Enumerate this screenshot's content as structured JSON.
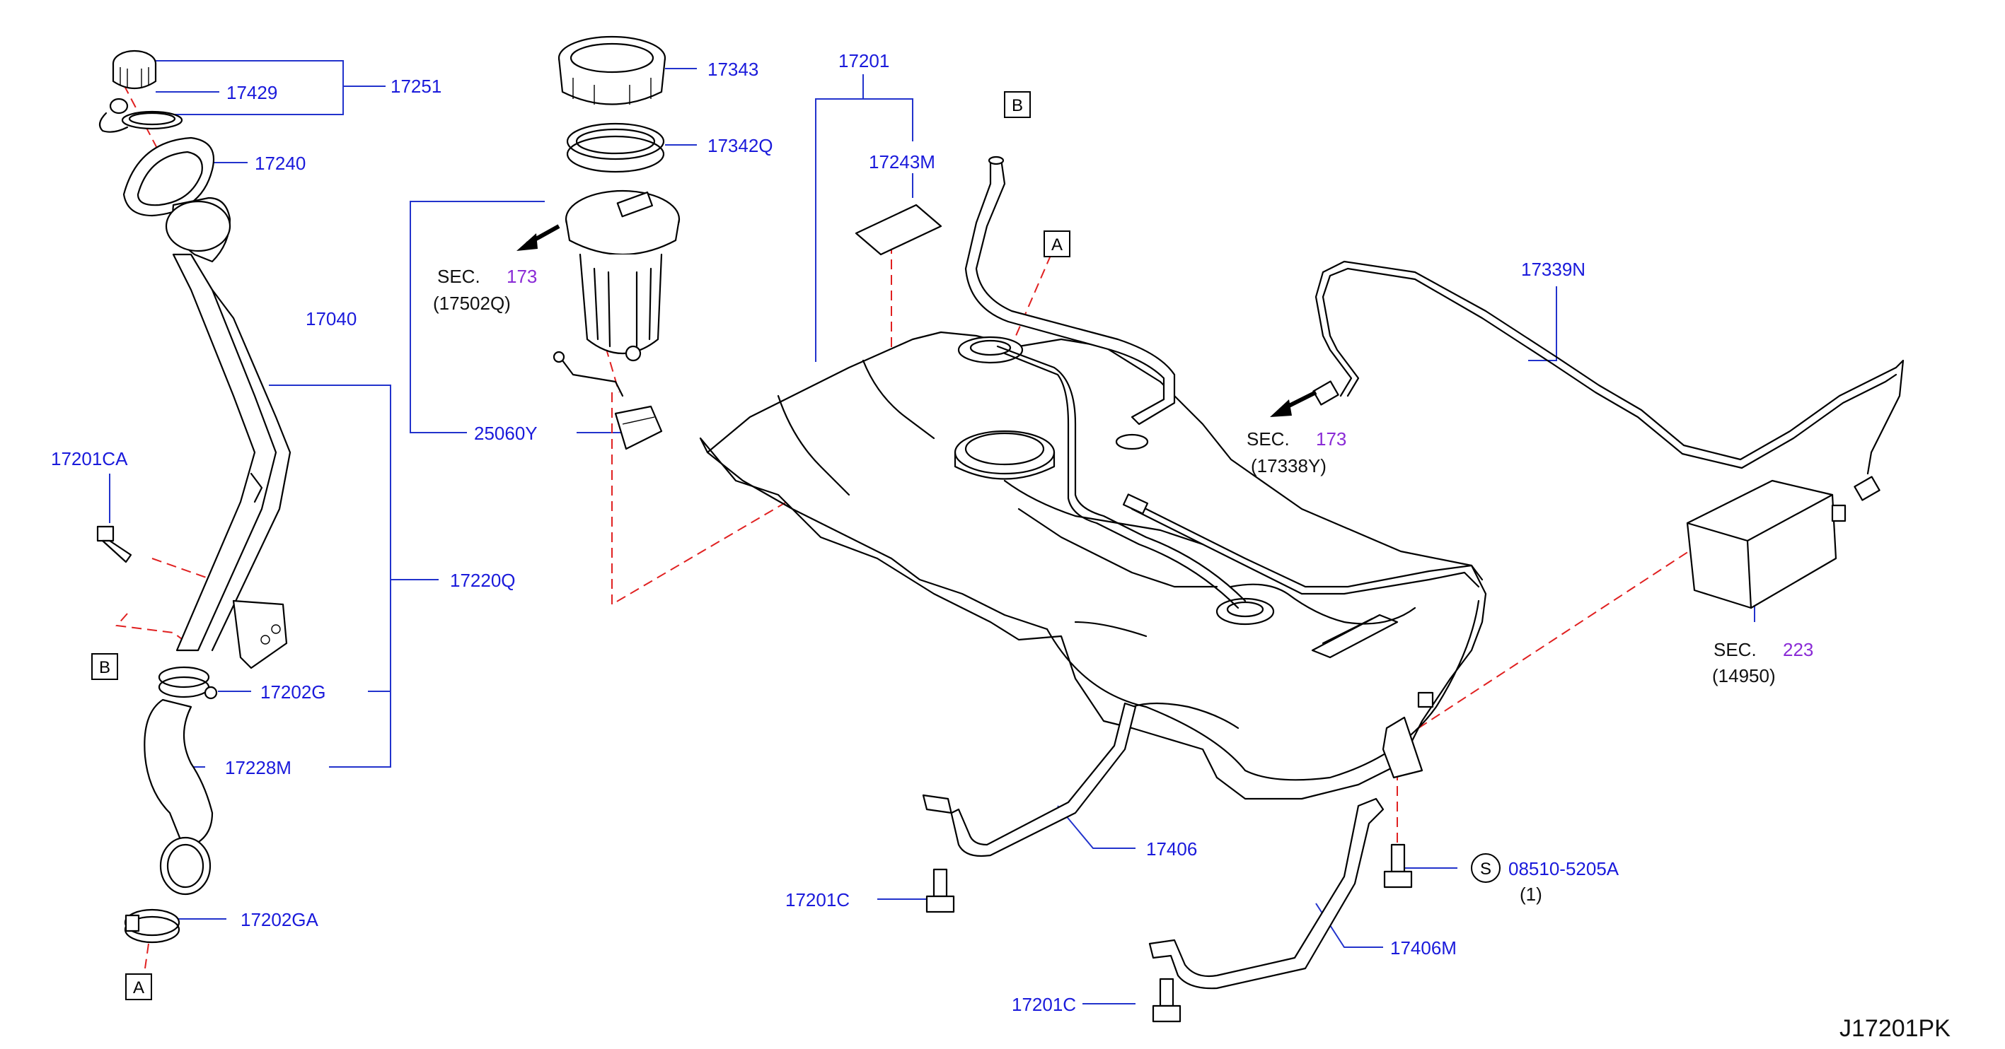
{
  "diagram_code": "J17201PK",
  "parts": {
    "p17251": "17251",
    "p17429": "17429",
    "p17240": "17240",
    "p17040": "17040",
    "p17201CA": "17201CA",
    "p17220Q": "17220Q",
    "p17202G": "17202G",
    "p17228M": "17228M",
    "p17202GA": "17202GA",
    "p17343": "17343",
    "p17342Q": "17342Q",
    "p25060Y": "25060Y",
    "p17201": "17201",
    "p17243M": "17243M",
    "p17339N": "17339N",
    "p17406": "17406",
    "p17406M": "17406M",
    "p17201C_a": "17201C",
    "p17201C_b": "17201C",
    "p08510": "08510-5205A",
    "p08510_qty": "(1)",
    "s_symbol": "S"
  },
  "sections": {
    "fuel_pump": {
      "prefix": "SEC.",
      "number": "173",
      "ref": "(17502Q)"
    },
    "evap_line": {
      "prefix": "SEC.",
      "number": "173",
      "ref": "(17338Y)"
    },
    "canister": {
      "prefix": "SEC.",
      "number": "223",
      "ref": "(14950)"
    }
  },
  "refs": {
    "a_top": "A",
    "a_bottom": "A",
    "b_top": "B",
    "b_left": "B"
  }
}
